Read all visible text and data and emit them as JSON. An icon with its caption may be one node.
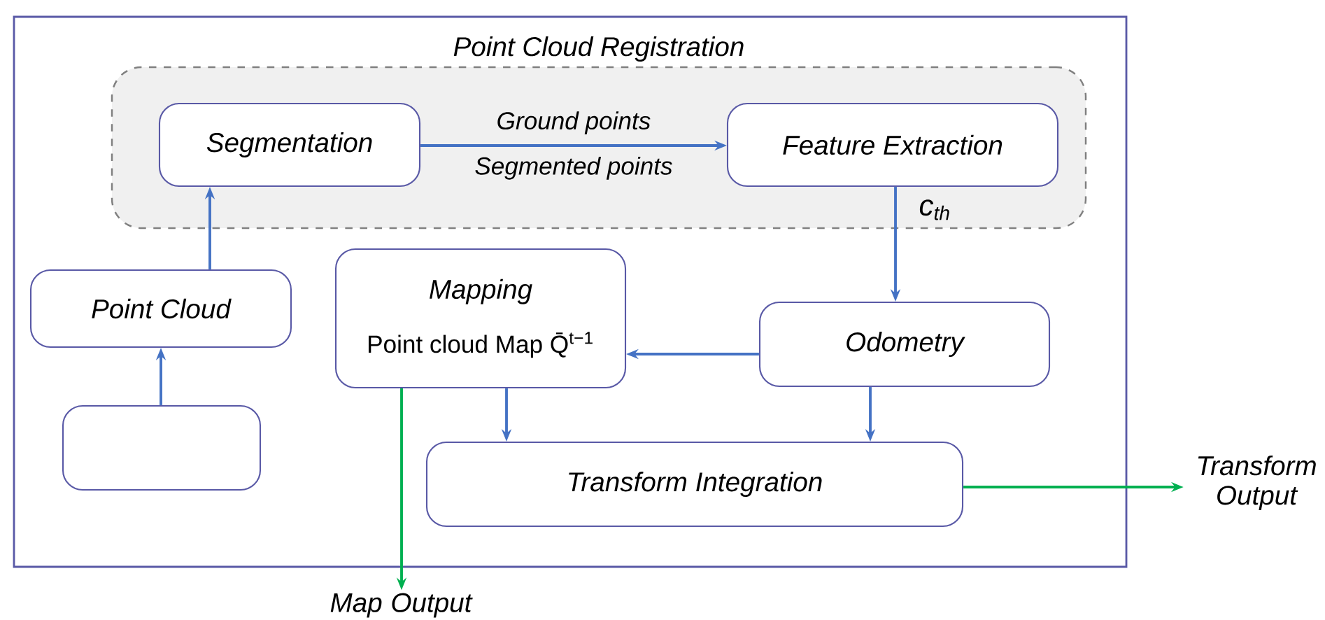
{
  "diagram": {
    "nodes": [
      {
        "text": [],
        "shape": "box"
      },
      {
        "text": [
          "Point Cloud Registration"
        ],
        "in": 0
      },
      {
        "text": [
          "Segmentation"
        ],
        "in": 1
      },
      {
        "text": [
          "Feature Extraction"
        ],
        "in": 1
      },
      {
        "text": [
          "Point Cloud"
        ],
        "in": 0
      },
      {
        "text": [],
        "shape": "box",
        "in": 0
      },
      {
        "text": [
          "Mapping",
          "Point cloud Map Q̄$^{t−1}$"
        ],
        "in": 0
      },
      {
        "text": [
          "Odometry"
        ],
        "in": 0
      },
      {
        "text": [
          "Transform Integration"
        ],
        "in": 0
      },
      {
        "text": [
          "Transform Output"
        ]
      },
      {
        "text": [
          "Map Output"
        ]
      }
    ],
    "edges": [
      {
        "from": 5,
        "to": 4,
        "arrow": "to"
      },
      {
        "from": 4,
        "to": 2,
        "arrow": "to"
      },
      {
        "from": 2,
        "to": 3,
        "arrow": "to",
        "label": "Ground points"
      },
      {
        "from": 3,
        "to": 7,
        "arrow": "to",
        "label": "c$_{th}$"
      },
      {
        "from": 7,
        "to": 6,
        "arrow": "to"
      },
      {
        "from": 6,
        "to": 8,
        "arrow": "to"
      },
      {
        "from": 7,
        "to": 8,
        "arrow": "to"
      },
      {
        "from": 8,
        "to": 9,
        "arrow": "to",
        "color": "#00b050"
      },
      {
        "from": 6,
        "to": 10,
        "arrow": "to",
        "color": "#00b050"
      }
    ],
    "labels": [
      "Segmented points"
    ]
  }
}
